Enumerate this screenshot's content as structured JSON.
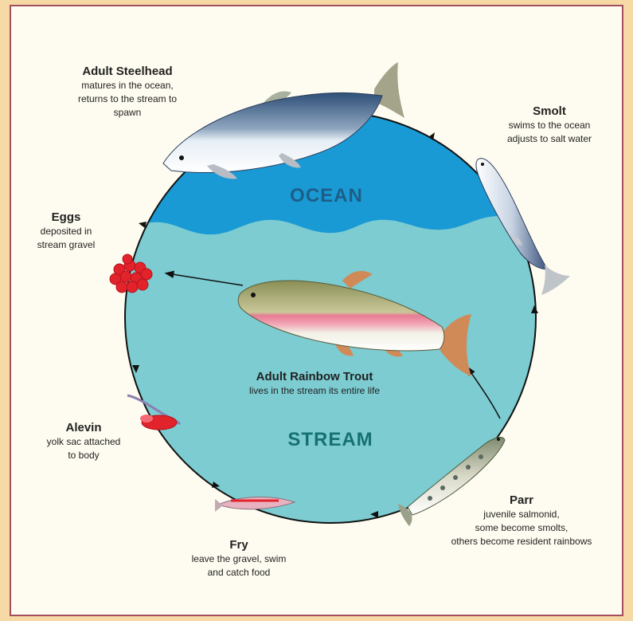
{
  "colors": {
    "page_background": "#f6d9a4",
    "panel_background": "#fefcf0",
    "border": "#a24f5e",
    "ocean": "#1a9ad5",
    "stream": "#7cccd1",
    "ocean_label": "#1d5e86",
    "stream_label": "#177174",
    "arrow": "#111111",
    "eggs": "#e2232b",
    "trout_stripe": "#e77b94",
    "fin_orange": "#e3864f"
  },
  "zones": {
    "ocean": "OCEAN",
    "stream": "STREAM"
  },
  "stages": {
    "adult_steelhead": {
      "title": "Adult Steelhead",
      "desc": [
        "matures in the ocean,",
        "returns to the stream to",
        "spawn"
      ],
      "icon": "adult-steelhead-fish"
    },
    "smolt": {
      "title": "Smolt",
      "desc": [
        "swims to the ocean",
        "adjusts to salt water"
      ],
      "icon": "smolt-fish"
    },
    "eggs": {
      "title": "Eggs",
      "desc": [
        "deposited in",
        "stream gravel"
      ],
      "icon": "egg-cluster"
    },
    "adult_rainbow_trout": {
      "title": "Adult Rainbow Trout",
      "desc": [
        "lives in the stream its entire life"
      ],
      "icon": "rainbow-trout-fish"
    },
    "alevin": {
      "title": "Alevin",
      "desc": [
        "yolk sac attached",
        "to body"
      ],
      "icon": "alevin-fish"
    },
    "fry": {
      "title": "Fry",
      "desc": [
        "leave the gravel, swim",
        "and catch food"
      ],
      "icon": "fry-fish"
    },
    "parr": {
      "title": "Parr",
      "desc": [
        "juvenile salmonid,",
        "some become smolts,",
        "others become resident rainbows"
      ],
      "icon": "parr-fish"
    }
  },
  "cycle_order": [
    "Eggs",
    "Alevin",
    "Fry",
    "Parr",
    "Smolt",
    "Adult Steelhead",
    "Eggs"
  ],
  "branch": [
    "Parr",
    "Adult Rainbow Trout",
    "Eggs"
  ]
}
